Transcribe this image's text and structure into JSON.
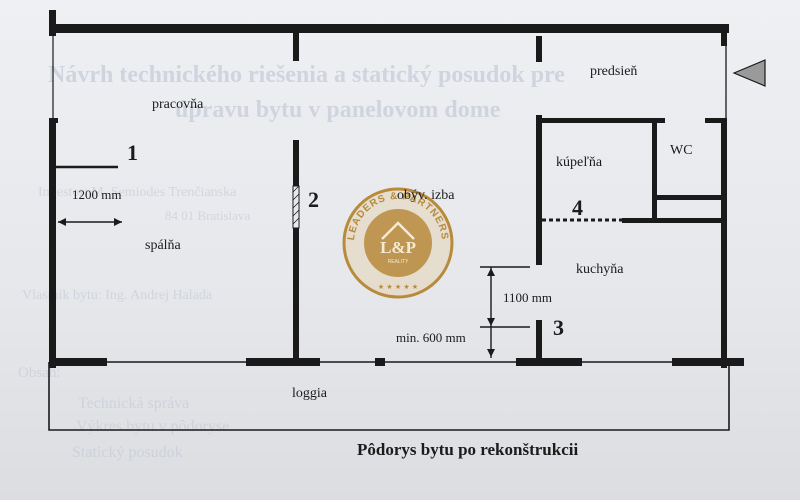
{
  "title": "Pôdorys bytu po rekonštrukcii",
  "rooms": {
    "pracovna": "pracovňa",
    "spalna": "spálňa",
    "obyv_izba": "obýv. izba",
    "predsien": "predsieň",
    "kupelna": "kúpeľňa",
    "wc": "WC",
    "kuchyna": "kuchyňa",
    "loggia": "loggia"
  },
  "markers": {
    "m1": "1",
    "m2": "2",
    "m3": "3",
    "m4": "4"
  },
  "dimensions": {
    "d1200": "1200 mm",
    "d1100": "1100 mm",
    "dmin600": "min. 600 mm"
  },
  "logo": {
    "top_text": "LEADERS & PARTNERS",
    "mark": "L&P",
    "bottom_text": "REALITY"
  },
  "background_text": {
    "heading_1": "Návrh technického riešenia a statický posudok pre",
    "heading_2": "úpravu bytu v panelovom dome",
    "line_1": "Investor: M. Semiodes Trenčianska",
    "line_2": "84 01 Bratislava",
    "line_3": "Vlastník bytu: Ing. Andrej Halada",
    "line_4": "Obsah:",
    "line_5": "Technická správa",
    "line_6": "Výkres bytu v pôdoryse",
    "line_7": "Statický posudok"
  },
  "colors": {
    "wall": "#1a1a1a",
    "ink": "#1b1b1b",
    "paper": "#e9eaee",
    "logo_gold": "#b78a3c"
  }
}
